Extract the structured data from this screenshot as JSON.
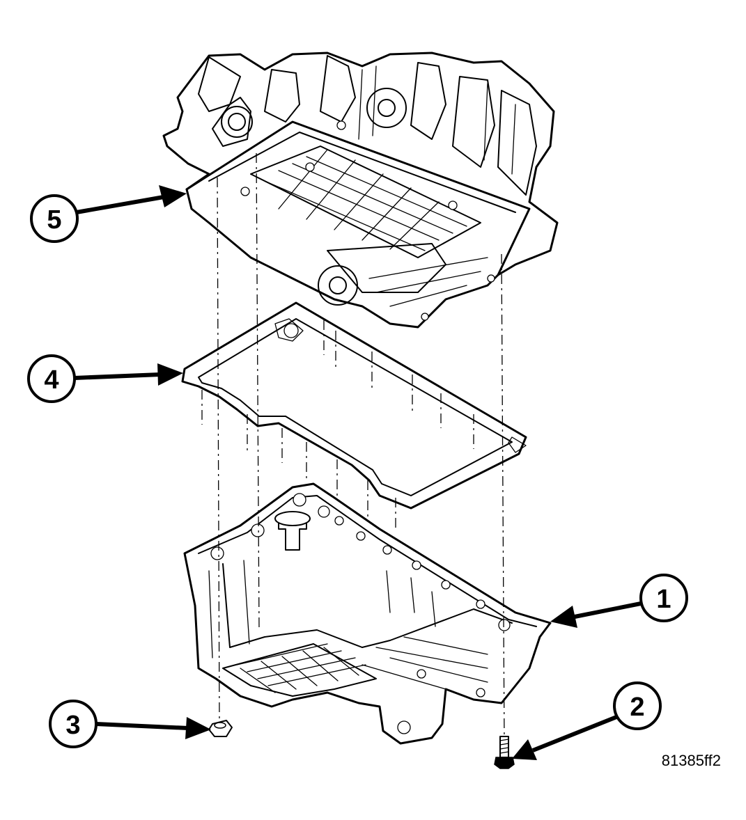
{
  "figure_code": "81385ff2",
  "callouts": [
    {
      "number": "1",
      "part": "oil pan"
    },
    {
      "number": "2",
      "part": "oil pan bolt"
    },
    {
      "number": "3",
      "part": "oil pan nut"
    },
    {
      "number": "4",
      "part": "oil pan gasket"
    },
    {
      "number": "5",
      "part": "engine block"
    }
  ],
  "colors": {
    "ink": "#000000",
    "paper": "#ffffff"
  }
}
